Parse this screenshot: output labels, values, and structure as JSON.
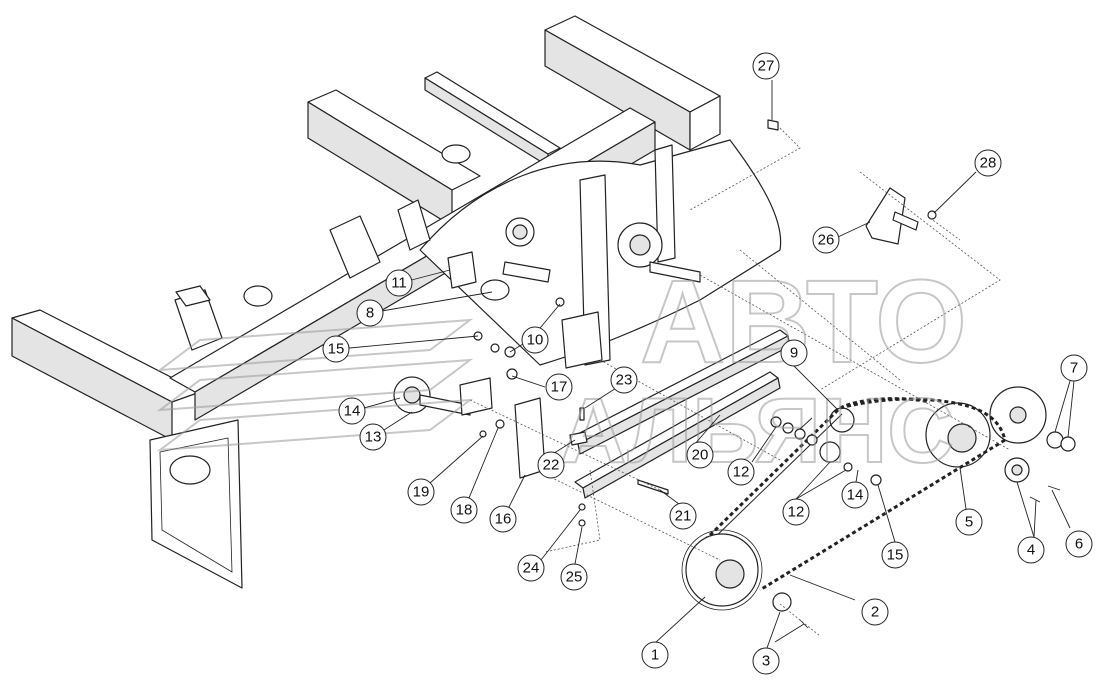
{
  "watermark": {
    "line1": "АВТО",
    "line2": "АЛЬЯНС"
  },
  "callouts": [
    {
      "id": "c1",
      "label": "1"
    },
    {
      "id": "c2",
      "label": "2"
    },
    {
      "id": "c3",
      "label": "3"
    },
    {
      "id": "c4",
      "label": "4"
    },
    {
      "id": "c5",
      "label": "5"
    },
    {
      "id": "c6",
      "label": "6"
    },
    {
      "id": "c7",
      "label": "7"
    },
    {
      "id": "c8",
      "label": "8"
    },
    {
      "id": "c9",
      "label": "9"
    },
    {
      "id": "c10",
      "label": "10"
    },
    {
      "id": "c11",
      "label": "11"
    },
    {
      "id": "c12a",
      "label": "12"
    },
    {
      "id": "c12b",
      "label": "12"
    },
    {
      "id": "c13",
      "label": "13"
    },
    {
      "id": "c14a",
      "label": "14"
    },
    {
      "id": "c14b",
      "label": "14"
    },
    {
      "id": "c15a",
      "label": "15"
    },
    {
      "id": "c15b",
      "label": "15"
    },
    {
      "id": "c16",
      "label": "16"
    },
    {
      "id": "c17",
      "label": "17"
    },
    {
      "id": "c18",
      "label": "18"
    },
    {
      "id": "c19",
      "label": "19"
    },
    {
      "id": "c20",
      "label": "20"
    },
    {
      "id": "c21",
      "label": "21"
    },
    {
      "id": "c22",
      "label": "22"
    },
    {
      "id": "c23",
      "label": "23"
    },
    {
      "id": "c24",
      "label": "24"
    },
    {
      "id": "c25",
      "label": "25"
    },
    {
      "id": "c26",
      "label": "26"
    },
    {
      "id": "c27",
      "label": "27"
    },
    {
      "id": "c28",
      "label": "28"
    }
  ]
}
